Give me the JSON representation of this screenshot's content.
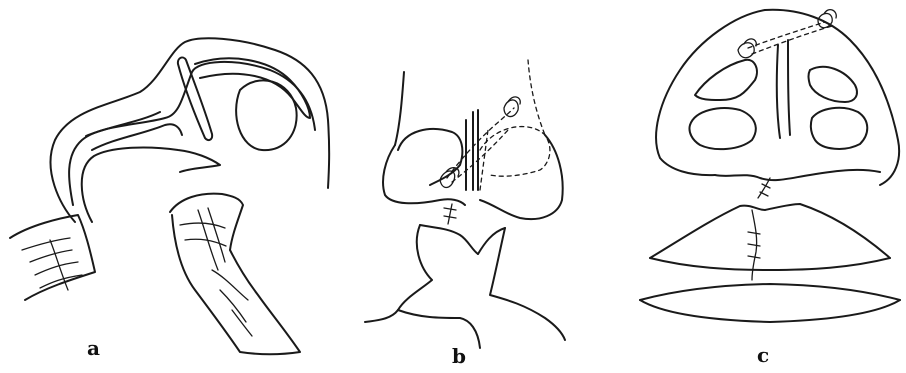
{
  "figure": {
    "panels": [
      {
        "label": "a"
      },
      {
        "label": "b"
      },
      {
        "label": "c"
      }
    ]
  }
}
